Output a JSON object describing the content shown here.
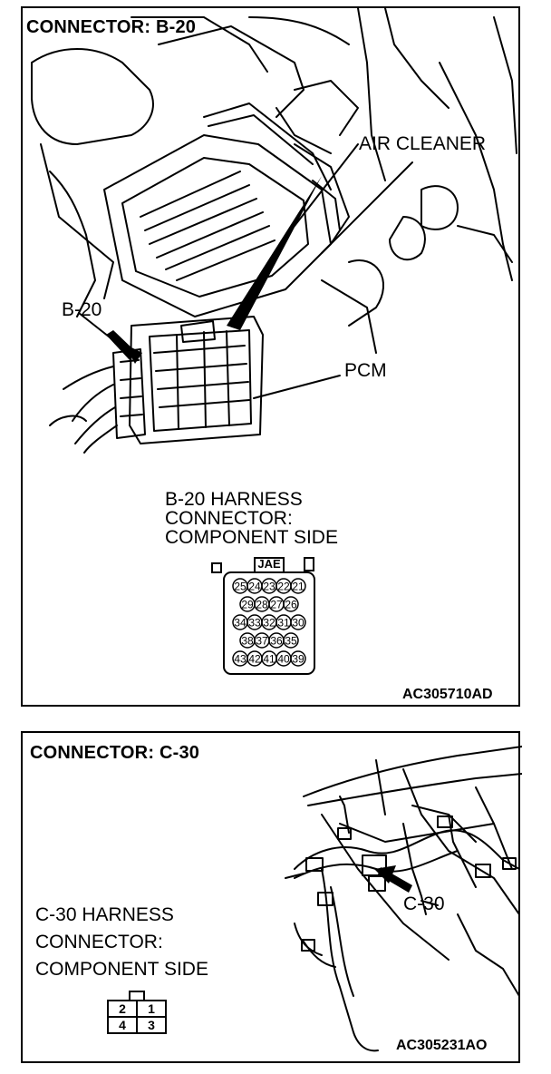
{
  "panel_b20": {
    "title": "CONNECTOR: B-20",
    "labels": {
      "air_cleaner": "AIR CLEANER",
      "pcm": "PCM",
      "connector_callout": "B-20"
    },
    "harness_heading": {
      "line1": "B-20 HARNESS",
      "line2": "CONNECTOR:",
      "line3": "COMPONENT SIDE"
    },
    "connector_tag": "JAE",
    "pin_rows": [
      [
        "25",
        "24",
        "23",
        "22",
        "21"
      ],
      [
        "29",
        "28",
        "27",
        "26"
      ],
      [
        "34",
        "33",
        "32",
        "31",
        "30"
      ],
      [
        "38",
        "37",
        "36",
        "35"
      ],
      [
        "43",
        "42",
        "41",
        "40",
        "39"
      ]
    ],
    "figure_code": "AC305710AD"
  },
  "panel_c30": {
    "title": "CONNECTOR: C-30",
    "labels": {
      "connector_callout": "C-30"
    },
    "harness_heading": {
      "line1": "C-30 HARNESS",
      "line2": "CONNECTOR:",
      "line3": "COMPONENT SIDE"
    },
    "pins": {
      "top": [
        "2",
        "1"
      ],
      "bottom": [
        "4",
        "3"
      ]
    },
    "figure_code": "AC305231AO"
  }
}
